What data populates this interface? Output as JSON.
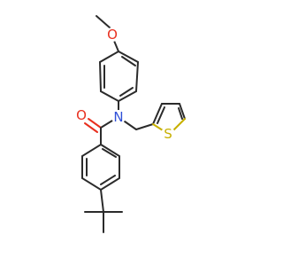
{
  "molecule": {
    "atom_labels": {
      "methoxy_oxygen": "O",
      "carbonyl_oxygen": "O",
      "amide_nitrogen": "N",
      "thiophene_sulfur": "S"
    },
    "colors": {
      "background": "#ffffff",
      "bond": "#2b2b2b",
      "oxygen": "#e8301f",
      "nitrogen": "#3050d8",
      "sulfur": "#c7b000"
    }
  }
}
